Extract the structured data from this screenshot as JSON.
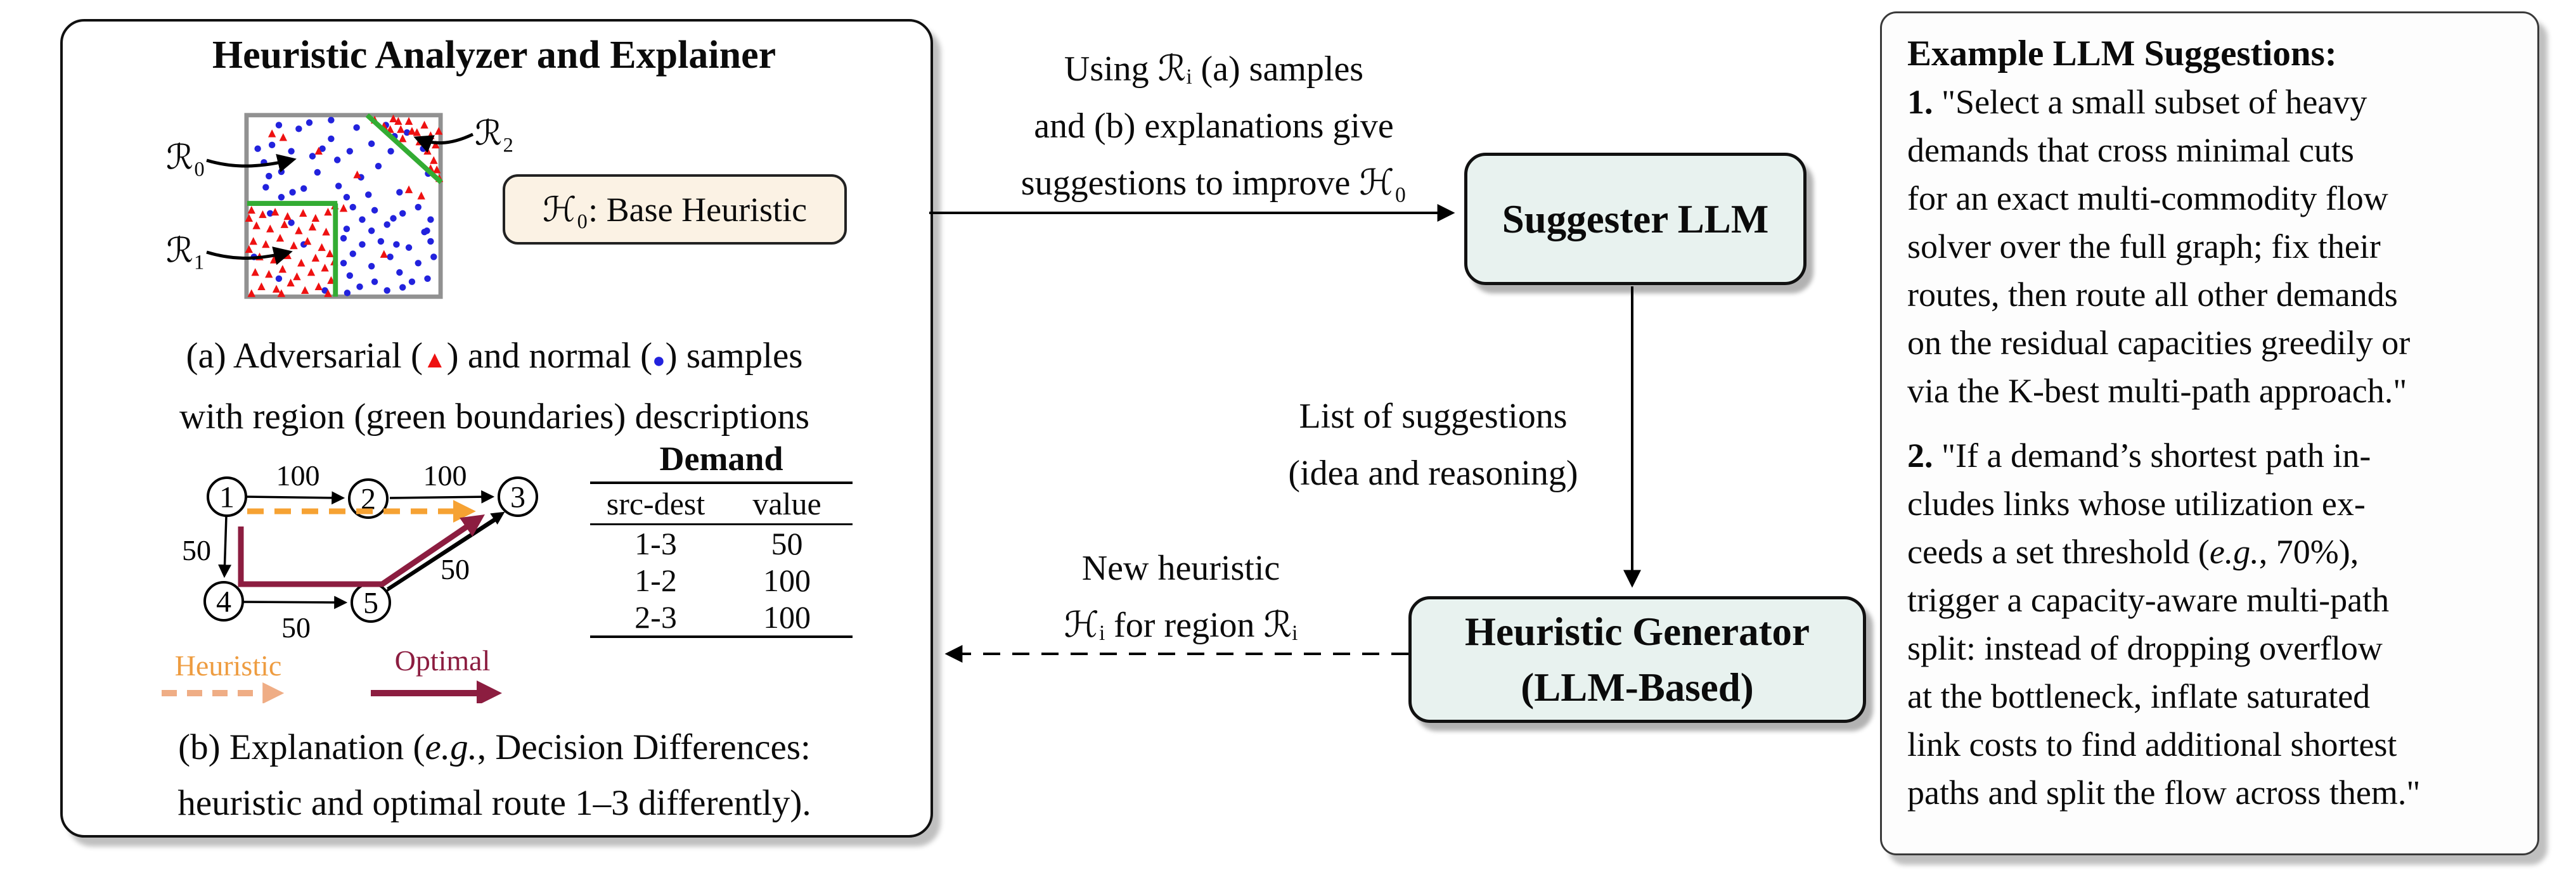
{
  "left_panel": {
    "title": "Heuristic Analyzer and Explainer",
    "scatter": {
      "region_labels": {
        "r0": "ℛ₀",
        "r1": "ℛ₁",
        "r2": "ℛ₂"
      },
      "colors": {
        "blue": "#2222DD",
        "red": "#EE1111",
        "green": "#33AC33",
        "frame": "#919191"
      },
      "blue_points": [
        [
          22,
          58
        ],
        [
          40,
          102
        ],
        [
          56,
          20
        ],
        [
          76,
          62
        ],
        [
          88,
          26
        ],
        [
          105,
          16
        ],
        [
          118,
          96
        ],
        [
          60,
          136
        ],
        [
          32,
          80
        ],
        [
          140,
          42
        ],
        [
          152,
          118
        ],
        [
          170,
          62
        ],
        [
          181,
          24
        ],
        [
          200,
          132
        ],
        [
          216,
          86
        ],
        [
          236,
          62
        ],
        [
          150,
          76
        ],
        [
          96,
          122
        ],
        [
          126,
          58
        ],
        [
          250,
          128
        ],
        [
          165,
          136
        ],
        [
          228,
          20
        ],
        [
          262,
          32
        ],
        [
          288,
          58
        ],
        [
          242,
          38
        ],
        [
          296,
          98
        ],
        [
          60,
          95
        ],
        [
          45,
          52
        ],
        [
          140,
          12
        ],
        [
          205,
          50
        ],
        [
          188,
          104
        ],
        [
          78,
          128
        ],
        [
          110,
          70
        ],
        [
          35,
          120
        ],
        [
          175,
          152
        ],
        [
          190,
          172
        ],
        [
          210,
          157
        ],
        [
          230,
          180
        ],
        [
          255,
          162
        ],
        [
          280,
          152
        ],
        [
          300,
          172
        ],
        [
          165,
          187
        ],
        [
          205,
          190
        ],
        [
          294,
          190
        ],
        [
          240,
          170
        ],
        [
          160,
          202
        ],
        [
          175,
          227
        ],
        [
          190,
          212
        ],
        [
          205,
          247
        ],
        [
          220,
          207
        ],
        [
          235,
          232
        ],
        [
          250,
          257
        ],
        [
          265,
          217
        ],
        [
          280,
          242
        ],
        [
          295,
          267
        ],
        [
          170,
          262
        ],
        [
          186,
          280
        ],
        [
          210,
          272
        ],
        [
          230,
          286
        ],
        [
          255,
          281
        ],
        [
          300,
          207
        ],
        [
          305,
          232
        ],
        [
          160,
          242
        ],
        [
          245,
          212
        ],
        [
          270,
          272
        ],
        [
          290,
          192
        ],
        [
          166,
          290
        ],
        [
          16,
          232
        ],
        [
          56,
          267
        ],
        [
          96,
          212
        ],
        [
          130,
          286
        ],
        [
          42,
          162
        ],
        [
          76,
          177
        ]
      ],
      "red_points": [
        [
          12,
          157
        ],
        [
          30,
          164
        ],
        [
          50,
          160
        ],
        [
          70,
          167
        ],
        [
          95,
          162
        ],
        [
          115,
          170
        ],
        [
          135,
          160
        ],
        [
          20,
          182
        ],
        [
          42,
          187
        ],
        [
          65,
          180
        ],
        [
          88,
          190
        ],
        [
          110,
          184
        ],
        [
          132,
          192
        ],
        [
          15,
          207
        ],
        [
          35,
          212
        ],
        [
          58,
          202
        ],
        [
          80,
          214
        ],
        [
          102,
          207
        ],
        [
          125,
          217
        ],
        [
          25,
          232
        ],
        [
          48,
          237
        ],
        [
          70,
          230
        ],
        [
          92,
          242
        ],
        [
          115,
          234
        ],
        [
          138,
          227
        ],
        [
          18,
          257
        ],
        [
          40,
          260
        ],
        [
          62,
          252
        ],
        [
          85,
          264
        ],
        [
          108,
          257
        ],
        [
          130,
          250
        ],
        [
          28,
          280
        ],
        [
          52,
          284
        ],
        [
          75,
          274
        ],
        [
          98,
          286
        ],
        [
          120,
          280
        ],
        [
          140,
          270
        ],
        [
          12,
          291
        ],
        [
          60,
          291
        ],
        [
          135,
          291
        ],
        [
          146,
          150
        ],
        [
          8,
          170
        ],
        [
          8,
          220
        ],
        [
          145,
          240
        ],
        [
          210,
          12
        ],
        [
          225,
          22
        ],
        [
          240,
          10
        ],
        [
          252,
          27
        ],
        [
          265,
          14
        ],
        [
          278,
          32
        ],
        [
          290,
          20
        ],
        [
          300,
          37
        ],
        [
          308,
          52
        ],
        [
          295,
          62
        ],
        [
          305,
          77
        ],
        [
          310,
          92
        ],
        [
          282,
          47
        ],
        [
          270,
          30
        ],
        [
          255,
          42
        ],
        [
          235,
          27
        ],
        [
          300,
          90
        ],
        [
          314,
          106
        ],
        [
          248,
          14
        ],
        [
          313,
          30
        ],
        [
          45,
          34
        ],
        [
          63,
          40
        ],
        [
          182,
          100
        ],
        [
          265,
          124
        ],
        [
          285,
          134
        ],
        [
          225,
          228
        ],
        [
          160,
          154
        ],
        [
          120,
          62
        ]
      ]
    },
    "base_heuristic_label": "ℋ₀: Base Heuristic",
    "caption_a_segments": [
      {
        "text": "(a) Adversarial ("
      },
      {
        "text": "▲",
        "color": "#EE1111",
        "size": "38px"
      },
      {
        "text": ") and normal ("
      },
      {
        "text": "●",
        "color": "#2222DD",
        "size": "34px"
      },
      {
        "text": ") samples\nwith region (green boundaries) descriptions"
      }
    ],
    "graph": {
      "nodes": [
        "1",
        "2",
        "3",
        "4",
        "5"
      ],
      "edge_labels": [
        "100",
        "100",
        "50",
        "50",
        "50"
      ],
      "legend": {
        "heuristic": "Heuristic",
        "optimal": "Optimal"
      },
      "colors": {
        "heuristic_path": "#F6A233",
        "heuristic_text": "#EE9C40",
        "heuristic_arrow": "#EFAD85",
        "optimal": "#8C1D40"
      }
    },
    "demand_table": {
      "title": "Demand",
      "columns": [
        "src-dest",
        "value"
      ],
      "rows": [
        [
          "1-3",
          "50"
        ],
        [
          "1-2",
          "100"
        ],
        [
          "2-3",
          "100"
        ]
      ]
    },
    "caption_b_segments": [
      {
        "text": "(b) Explanation ("
      },
      {
        "text": "e.g.",
        "italic": true
      },
      {
        "text": ", Decision Differences:\nheuristic and optimal route 1–3 differently)."
      }
    ]
  },
  "flow": {
    "using_text": "Using ℛᵢ (a) samples\nand (b) explanations give\nsuggestions to improve ℋ₀",
    "suggester_label": "Suggester LLM",
    "list_text": "List of suggestions\n(idea and reasoning)",
    "new_heuristic_text": "New heuristic\nℋᵢ for region ℛᵢ",
    "generator_label": "Heuristic Generator\n(LLM-Based)",
    "box_fill": "#E8F2EF"
  },
  "right_panel": {
    "title": "Example LLM Suggestions:",
    "suggestion1_segments": [
      {
        "text": "1. ",
        "bold": true
      },
      {
        "text": "\"Select a small subset of heavy\ndemands that cross minimal cuts\nfor an exact multi-commodity flow\nsolver over the full graph; fix their\nroutes, then route all other demands\non the residual capacities greedily or\nvia the K-best multi-path approach.\""
      }
    ],
    "suggestion2_segments": [
      {
        "text": "2. ",
        "bold": true
      },
      {
        "text": "\"If a demand’s shortest path in-\ncludes links whose utilization ex-\nceeds a set threshold ("
      },
      {
        "text": "e.g.",
        "italic": true
      },
      {
        "text": ", 70%),\ntrigger a capacity-aware multi-path\nsplit: instead of dropping overflow\nat the bottleneck, inflate saturated\nlink costs to find additional shortest\npaths and split the flow across them.\""
      }
    ]
  }
}
